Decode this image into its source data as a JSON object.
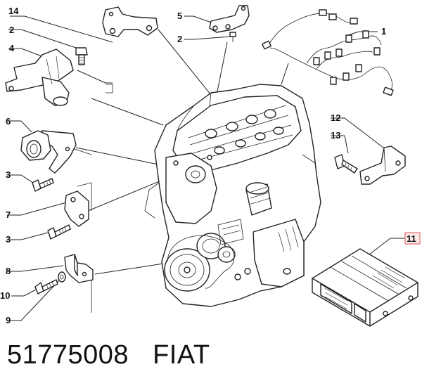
{
  "callouts": {
    "c1": "1",
    "c2a": "2",
    "c2b": "2",
    "c3a": "3",
    "c3b": "3",
    "c4": "4",
    "c5": "5",
    "c6": "6",
    "c7": "7",
    "c8": "8",
    "c9": "9",
    "c10": "10",
    "c11": "11",
    "c12": "12",
    "c13": "13",
    "c14": "14"
  },
  "caption": {
    "part_number": "51775008",
    "brand": "FIAT"
  },
  "colors": {
    "line": "#222222",
    "highlight_box": "#e07070"
  }
}
